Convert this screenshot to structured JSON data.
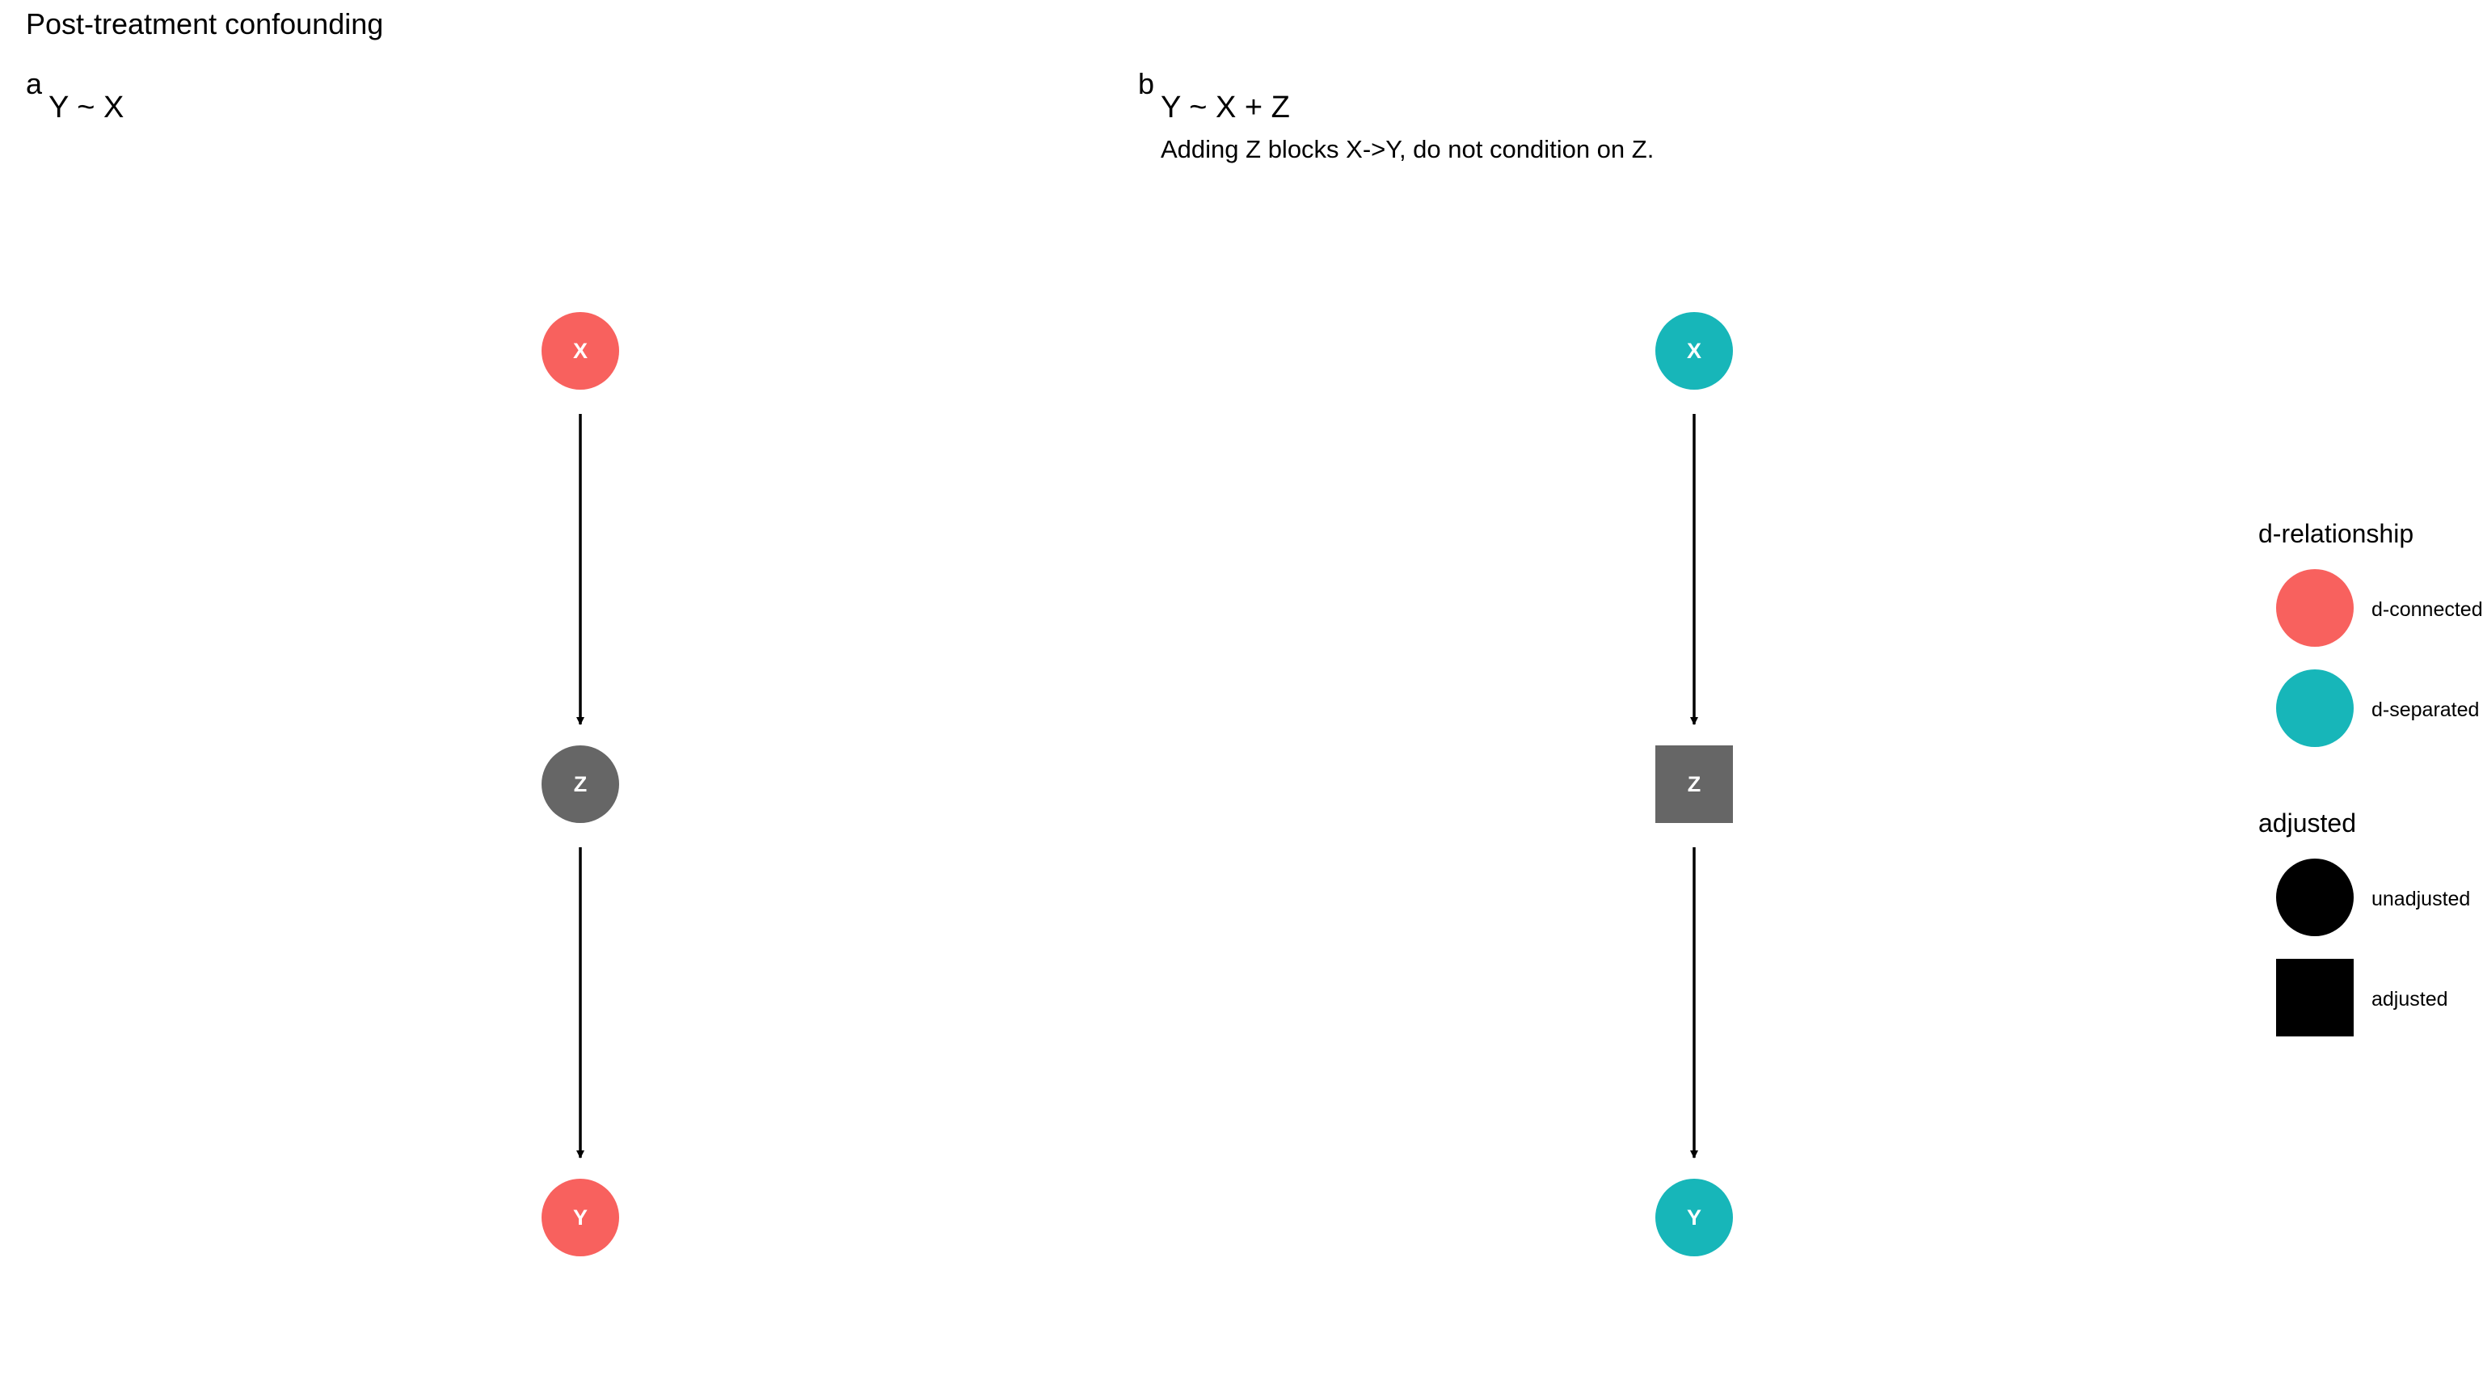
{
  "title": "Post-treatment confounding",
  "panels": [
    {
      "tag": "a",
      "formula": "Y ~ X",
      "note": "",
      "nodes": [
        {
          "name": "X",
          "status": "d-connected",
          "adjusted": "unadjusted"
        },
        {
          "name": "Z",
          "status": "",
          "adjusted": "unadjusted"
        },
        {
          "name": "Y",
          "status": "d-connected",
          "adjusted": "unadjusted"
        }
      ],
      "edges": [
        [
          "X",
          "Z"
        ],
        [
          "Z",
          "Y"
        ]
      ]
    },
    {
      "tag": "b",
      "formula": "Y ~ X + Z",
      "note": "Adding Z blocks X->Y, do not condition on Z.",
      "nodes": [
        {
          "name": "X",
          "status": "d-separated",
          "adjusted": "unadjusted"
        },
        {
          "name": "Z",
          "status": "",
          "adjusted": "adjusted"
        },
        {
          "name": "Y",
          "status": "d-separated",
          "adjusted": "unadjusted"
        }
      ],
      "edges": [
        [
          "X",
          "Z"
        ],
        [
          "Z",
          "Y"
        ]
      ]
    }
  ],
  "legend": {
    "relationship": {
      "title": "d-relationship",
      "items": [
        {
          "label": "d-connected",
          "color": "#F8615E"
        },
        {
          "label": "d-separated",
          "color": "#17B6B9"
        }
      ]
    },
    "adjusted": {
      "title": "adjusted",
      "items": [
        {
          "label": "unadjusted",
          "shape": "circle"
        },
        {
          "label": "adjusted",
          "shape": "square"
        }
      ]
    }
  },
  "colors": {
    "d-connected": "#F8615E",
    "d-separated": "#17B6B9",
    "neutral": "#666666",
    "legend_shape": "#000000",
    "edge": "#000000"
  }
}
